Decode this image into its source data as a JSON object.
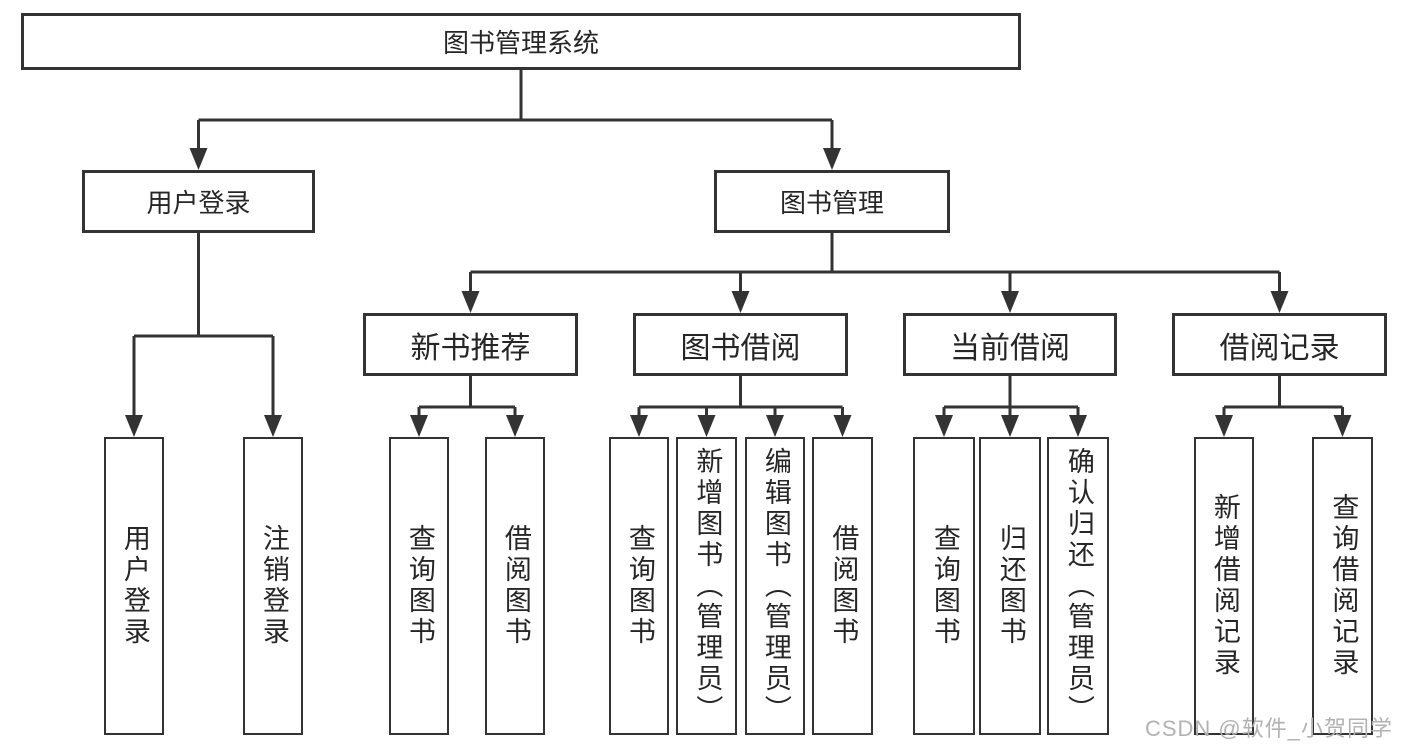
{
  "title": {
    "label": "图书管理系统"
  },
  "level1": {
    "user_login": "用户登录",
    "book_mgmt": "图书管理"
  },
  "level2": {
    "new_books": "新书推荐",
    "borrowing": "图书借阅",
    "current": "当前借阅",
    "records": "借阅记录"
  },
  "leaves": {
    "user_login": [
      "用户登录",
      "注销登录"
    ],
    "new_books": [
      "查询图书",
      "借阅图书"
    ],
    "borrowing": [
      "查询图书",
      "新增图书（管理员）",
      "编辑图书（管理员）",
      "借阅图书"
    ],
    "current": [
      "查询图书",
      "归还图书",
      "确认归还（管理员）"
    ],
    "records": [
      "新增借阅记录",
      "查询借阅记录"
    ]
  },
  "watermark": "CSDN @软件_小贺同学",
  "colors": {
    "line": "#333333",
    "text": "#262626",
    "watermark": "#b2b2b2",
    "background": "#ffffff"
  }
}
